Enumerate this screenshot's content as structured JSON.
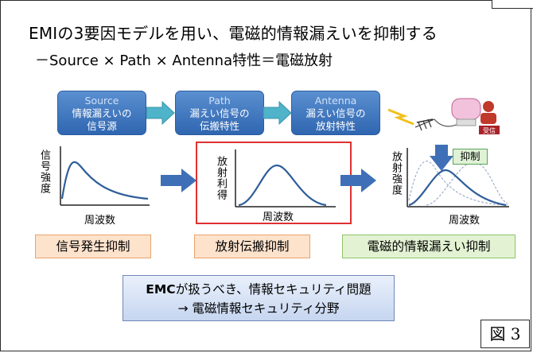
{
  "title": "EMIの3要因モデルを用い、電磁的情報漏えいを抑制する",
  "subtitle": "－Source × Path × Antenna特性＝電磁放射",
  "boxes": [
    {
      "head": "Source",
      "line1": "情報漏えいの",
      "line2": "信号源"
    },
    {
      "head": "Path",
      "line1": "漏えい信号の",
      "line2": "伝搬特性"
    },
    {
      "head": "Antenna",
      "line1": "漏えい信号の",
      "line2": "放射特性"
    }
  ],
  "graphs": [
    {
      "ylabel": "信号強度",
      "xlabel": "周波数"
    },
    {
      "ylabel": "放射利得",
      "xlabel": "周波数"
    },
    {
      "ylabel": "放射強度",
      "xlabel": "周波数"
    }
  ],
  "suppress_label": "抑制",
  "person_badge": "受信",
  "categories": [
    {
      "label": "信号発生抑制",
      "bg": "#fde2cc",
      "border": "#e9a46d"
    },
    {
      "label": "放射伝搬抑制",
      "bg": "#fde2cc",
      "border": "#e9a46d"
    },
    {
      "label": "電磁的情報漏えい抑制",
      "bg": "#e3f2d3",
      "border": "#8cc56a"
    }
  ],
  "emc": {
    "line1_bold": "EMC",
    "line1_rest": "が扱うべき、情報セキュリティ問題",
    "line2": "→ 電磁情報セキュリティ分野"
  },
  "figure_label": "図 3",
  "colors": {
    "box_blue": "#3a72bd",
    "arrow_blue": "#3f6fb6",
    "curve": "#2f5e99",
    "highlight_red": "#e03030"
  }
}
